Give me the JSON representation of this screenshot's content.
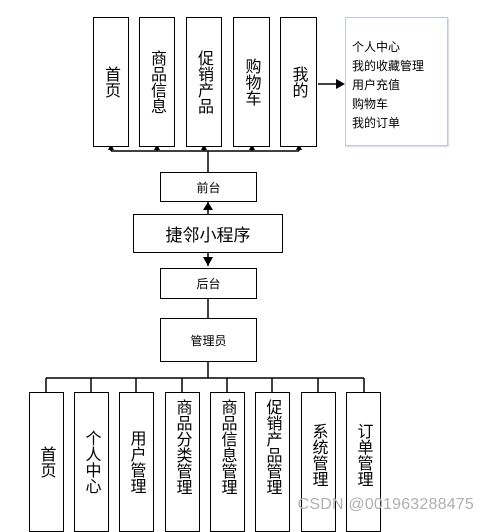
{
  "front_pages": [
    "首页",
    "商品信息",
    "促销产品",
    "购物车",
    "我的"
  ],
  "mine_submenu": [
    "个人中心",
    "我的收藏管理",
    "用户充值",
    "购物车",
    "我的订单"
  ],
  "front_label": "前台",
  "app_name": "捷邻小程序",
  "back_label": "后台",
  "admin_label": "管理员",
  "admin_modules": [
    "首页",
    "个人中心",
    "用户管理",
    "商品分类管理",
    "商品信息管理",
    "促销产品管理",
    "系统管理",
    "订单管理"
  ],
  "watermark": "CSDN @001963288475"
}
